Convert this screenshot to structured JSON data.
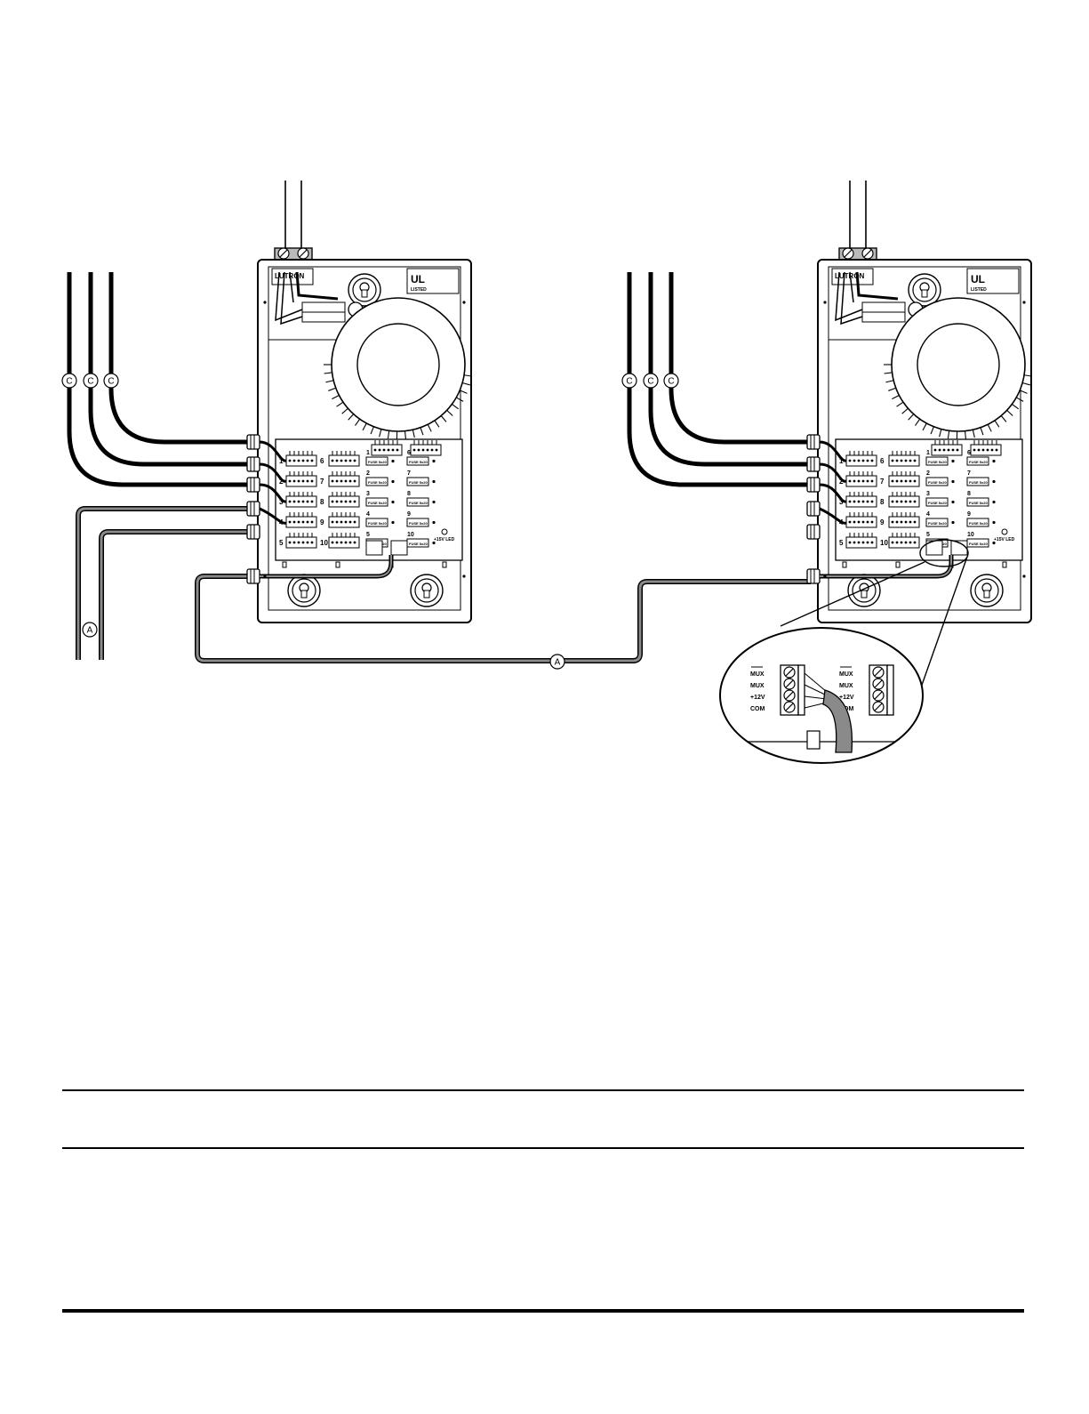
{
  "callouts": {
    "conduit": "C",
    "link_cable": "A"
  },
  "panel_labels": {
    "brand": "LUTRON",
    "listing_mark": "UL",
    "listing_word": "LISTED",
    "fuse": "FUSE 5x20",
    "led": "+15V LED",
    "circuits_left": [
      "1",
      "2",
      "3",
      "4",
      "5"
    ],
    "circuits_mid": [
      "6",
      "7",
      "8",
      "9",
      "10"
    ],
    "circuits_right_a": [
      "1",
      "2",
      "3",
      "4",
      "5"
    ],
    "circuits_right_b": [
      "6",
      "7",
      "8",
      "9",
      "10"
    ]
  },
  "detail": {
    "left_terminals": [
      "MUX",
      "MUX",
      "+12V",
      "COM"
    ],
    "right_terminals": [
      "MUX",
      "MUX",
      "+12V",
      "COM"
    ]
  },
  "colors": {
    "line": "#000000",
    "cable_fill": "#8a8a8a",
    "background": "#ffffff"
  }
}
